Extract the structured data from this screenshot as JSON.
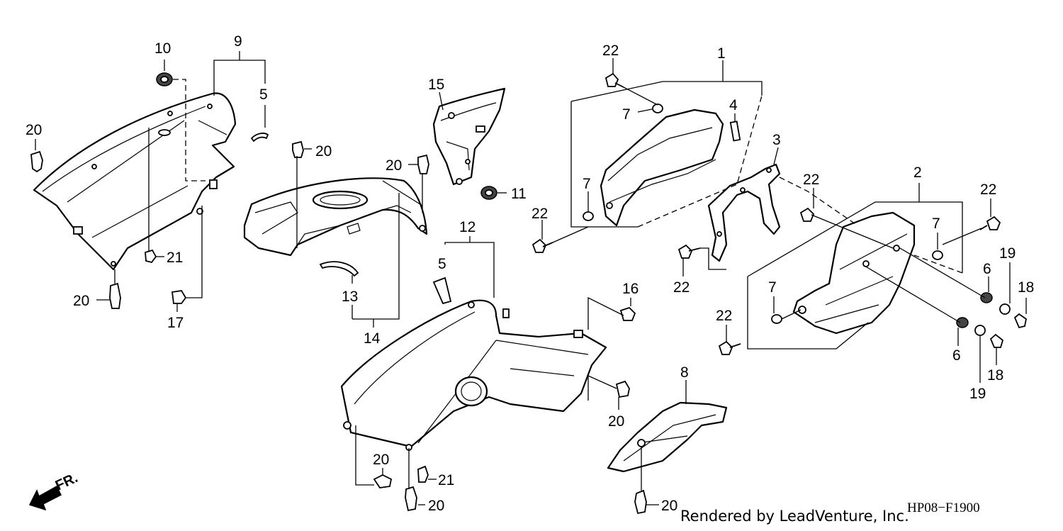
{
  "callouts": {
    "c1": "1",
    "c2": "2",
    "c3": "3",
    "c4": "4",
    "c5a": "5",
    "c5b": "5",
    "c6a": "6",
    "c6b": "6",
    "c7a": "7",
    "c7b": "7",
    "c7c": "7",
    "c7d": "7",
    "c8": "8",
    "c9": "9",
    "c10": "10",
    "c11": "11",
    "c12": "12",
    "c13": "13",
    "c14": "14",
    "c15": "15",
    "c16": "16",
    "c17": "17",
    "c18a": "18",
    "c18b": "18",
    "c19a": "19",
    "c19b": "19",
    "c20a": "20",
    "c20b": "20",
    "c20c": "20",
    "c20d": "20",
    "c20e": "20",
    "c20f": "20",
    "c20g": "20",
    "c20h": "20",
    "c21a": "21",
    "c21b": "21",
    "c22a": "22",
    "c22b": "22",
    "c22c": "22",
    "c22d": "22",
    "c22e": "22",
    "c22f": "22"
  },
  "direction_label": "FR.",
  "footer": {
    "credit": "Rendered by LeadVenture, Inc.",
    "diagram_code": "HP08−F1900"
  }
}
